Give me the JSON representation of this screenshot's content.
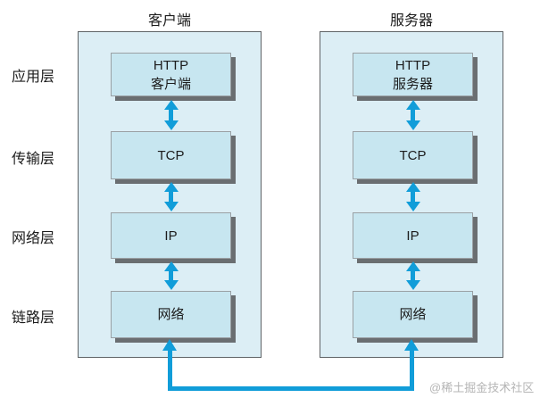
{
  "diagram": {
    "client": {
      "title": "客户端",
      "boxes": [
        "HTTP\n客户端",
        "TCP",
        "IP",
        "网络"
      ]
    },
    "server": {
      "title": "服务器",
      "boxes": [
        "HTTP\n服务器",
        "TCP",
        "IP",
        "网络"
      ]
    },
    "layer_labels": [
      "应用层",
      "传输层",
      "网络层",
      "链路层"
    ],
    "watermark": "@稀土掘金技术社区",
    "colors": {
      "arrow_blue": "#119dd9",
      "panel_background": "#dceef5",
      "box_background": "#c7e6f0",
      "box_shadow": "#6a6e71",
      "text": "#1c1c1c",
      "watermark_gray": "#b5b5b5"
    },
    "icons": {
      "bidirectional_arrow": "double-headed vertical arrow",
      "elbow_connector": "U-shaped connector with up arrowheads"
    }
  }
}
